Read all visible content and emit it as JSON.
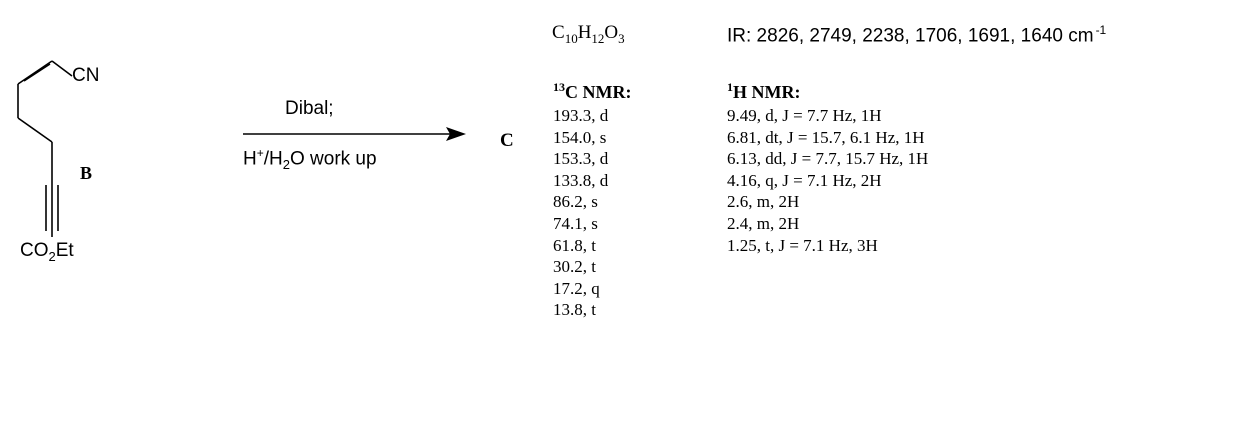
{
  "starting_material": {
    "label": "B",
    "substituent_top": "CN",
    "substituent_bottom_main": "CO",
    "substituent_bottom_sub": "2",
    "substituent_bottom_tail": "Et"
  },
  "reaction": {
    "reagent_line1": "Dibal;",
    "reagent_line2_pre": "H",
    "reagent_line2_sup": "+",
    "reagent_line2_mid": "/H",
    "reagent_line2_sub": "2",
    "reagent_line2_post": "O work up",
    "product_label": "C"
  },
  "formula": {
    "parts": [
      "C",
      "10",
      "H",
      "12",
      "O",
      "3"
    ]
  },
  "ir": {
    "text": "IR: 2826, 2749, 2238, 1706, 1691, 1640 cm",
    "unit_sup": "-1"
  },
  "c13_nmr": {
    "heading_sup": "13",
    "heading_text": "C NMR:",
    "peaks": [
      "193.3, d",
      "154.0, s",
      "153.3, d",
      "133.8, d",
      "86.2, s",
      "74.1, s",
      "61.8, t",
      "30.2, t",
      "17.2, q",
      "13.8, t"
    ]
  },
  "h1_nmr": {
    "heading_sup": "1",
    "heading_text": "H NMR:",
    "peaks": [
      "9.49, d, J = 7.7 Hz, 1H",
      "6.81, dt, J = 15.7, 6.1 Hz, 1H",
      "6.13, dd, J = 7.7, 15.7 Hz, 1H",
      "4.16, q, J = 7.1 Hz, 2H",
      "2.6, m, 2H",
      "2.4, m, 2H",
      "1.25, t, J = 7.1 Hz, 3H"
    ]
  }
}
